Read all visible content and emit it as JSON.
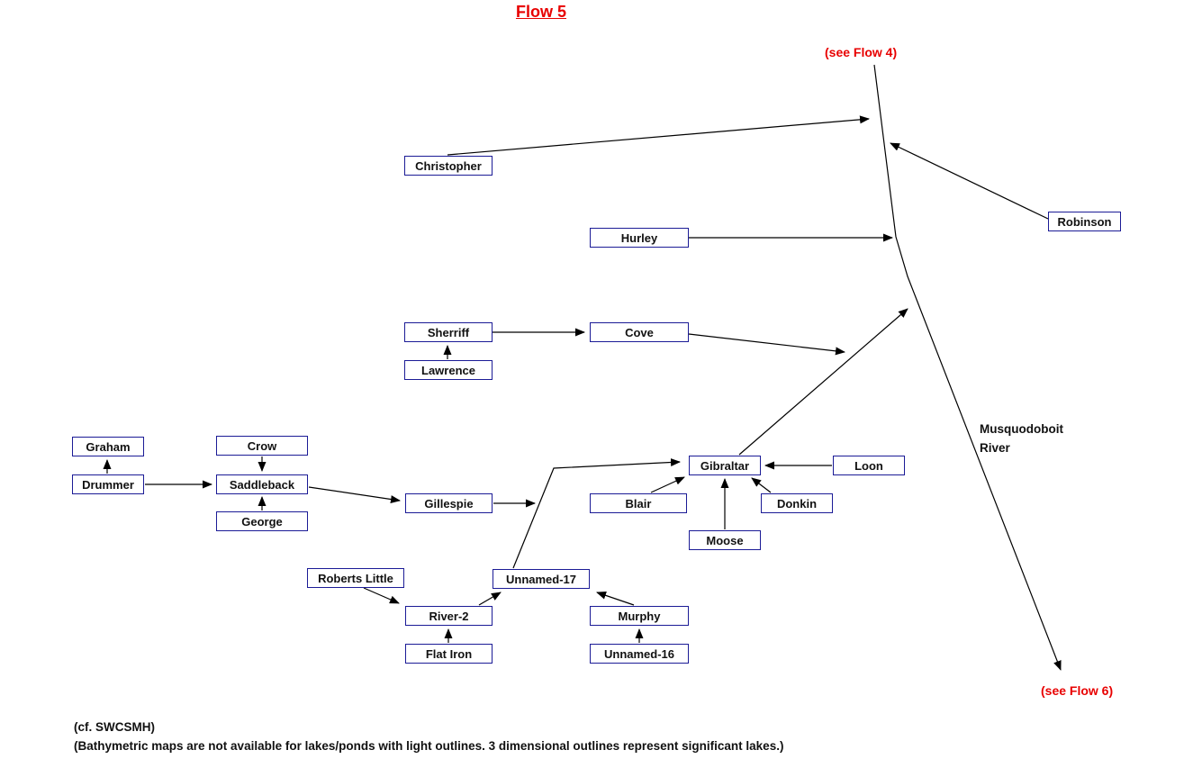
{
  "title": "Flow 5",
  "annotations": {
    "see_flow_4": "(see Flow 4)",
    "see_flow_6": "(see Flow 6)",
    "river_name_line1": "Musquodoboit",
    "river_name_line2": "River"
  },
  "colors": {
    "accent_red": "#e80000",
    "box_border_navy": "#1b1b96",
    "line_black": "#000000"
  },
  "nodes": {
    "christopher": {
      "label": "Christopher"
    },
    "robinson": {
      "label": "Robinson"
    },
    "hurley": {
      "label": "Hurley"
    },
    "sherriff": {
      "label": "Sherriff"
    },
    "lawrence": {
      "label": "Lawrence"
    },
    "cove": {
      "label": "Cove"
    },
    "graham": {
      "label": "Graham"
    },
    "drummer": {
      "label": "Drummer"
    },
    "crow": {
      "label": "Crow"
    },
    "saddleback": {
      "label": "Saddleback"
    },
    "george": {
      "label": "George"
    },
    "gillespie": {
      "label": "Gillespie"
    },
    "gibraltar": {
      "label": "Gibraltar"
    },
    "blair": {
      "label": "Blair"
    },
    "loon": {
      "label": "Loon"
    },
    "donkin": {
      "label": "Donkin"
    },
    "moose": {
      "label": "Moose"
    },
    "roberts_little": {
      "label": "Roberts Little"
    },
    "unnamed_17": {
      "label": "Unnamed-17"
    },
    "river_2": {
      "label": "River-2"
    },
    "flat_iron": {
      "label": "Flat Iron"
    },
    "murphy": {
      "label": "Murphy"
    },
    "unnamed_16": {
      "label": "Unnamed-16"
    }
  },
  "edges": [
    {
      "from": "Christopher",
      "to": "Musquodoboit River"
    },
    {
      "from": "Robinson",
      "to": "Musquodoboit River"
    },
    {
      "from": "Hurley",
      "to": "Musquodoboit River"
    },
    {
      "from": "Drummer",
      "to": "Graham"
    },
    {
      "from": "Drummer",
      "to": "Saddleback"
    },
    {
      "from": "Crow",
      "to": "Saddleback"
    },
    {
      "from": "George",
      "to": "Saddleback"
    },
    {
      "from": "Saddleback",
      "to": "Gillespie"
    },
    {
      "from": "Gillespie",
      "to": "Unnamed-17/Gibraltar channel"
    },
    {
      "from": "Lawrence",
      "to": "Sherriff"
    },
    {
      "from": "Sherriff",
      "to": "Cove"
    },
    {
      "from": "Cove",
      "to": "Gibraltar/Musquodoboit channel"
    },
    {
      "from": "Gibraltar",
      "to": "Musquodoboit River"
    },
    {
      "from": "Blair",
      "to": "Gibraltar"
    },
    {
      "from": "Moose",
      "to": "Gibraltar"
    },
    {
      "from": "Donkin",
      "to": "Gibraltar"
    },
    {
      "from": "Loon",
      "to": "Gibraltar"
    },
    {
      "from": "Roberts Little",
      "to": "River-2"
    },
    {
      "from": "Flat Iron",
      "to": "River-2"
    },
    {
      "from": "River-2",
      "to": "Unnamed-17"
    },
    {
      "from": "Unnamed-16",
      "to": "Murphy"
    },
    {
      "from": "Murphy",
      "to": "Unnamed-17"
    },
    {
      "from": "Unnamed-17",
      "to": "Gibraltar"
    },
    {
      "from": "Musquodoboit River",
      "to": "(see Flow 6)"
    }
  ],
  "footer": {
    "line1": "(cf. SWCSMH)",
    "line2": "(Bathymetric maps are not available for lakes/ponds with light outlines. 3 dimensional outlines represent significant lakes.)"
  }
}
